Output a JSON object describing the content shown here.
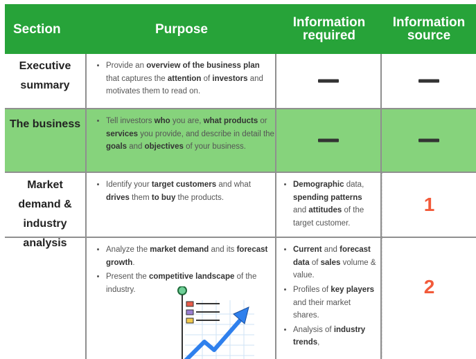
{
  "header": {
    "section": "Section",
    "purpose": "Purpose",
    "info_required": "Information required",
    "info_source": "Information source"
  },
  "rows": {
    "exec": {
      "section": "Executive summary",
      "purpose": [
        [
          {
            "t": "Provide an "
          },
          {
            "t": "overview of the business plan",
            "b": true
          },
          {
            "t": " that captures the "
          },
          {
            "t": "attention",
            "b": true
          },
          {
            "t": " of "
          },
          {
            "t": "investors",
            "b": true
          },
          {
            "t": " and motivates them to read on."
          }
        ]
      ],
      "info_required": "—",
      "info_source": "—"
    },
    "business": {
      "section": "The business",
      "purpose": [
        [
          {
            "t": "Tell investors "
          },
          {
            "t": "who",
            "b": true
          },
          {
            "t": " you are, "
          },
          {
            "t": "what products",
            "b": true
          },
          {
            "t": " or "
          },
          {
            "t": "services",
            "b": true
          },
          {
            "t": " you provide, and describe in detail the "
          },
          {
            "t": "goals",
            "b": true
          },
          {
            "t": " and "
          },
          {
            "t": "objectives",
            "b": true
          },
          {
            "t": " of your business."
          }
        ]
      ],
      "info_required": "—",
      "info_source": "—"
    },
    "market": {
      "section": "Market demand & industry analysis",
      "sub1": {
        "purpose": [
          [
            {
              "t": "Identify your "
            },
            {
              "t": "target customers",
              "b": true
            },
            {
              "t": " and what "
            },
            {
              "t": "drives",
              "b": true
            },
            {
              "t": " them "
            },
            {
              "t": "to buy",
              "b": true
            },
            {
              "t": " the products."
            }
          ]
        ],
        "info_required": [
          [
            {
              "t": "Demographic",
              "b": true
            },
            {
              "t": " data, "
            },
            {
              "t": "spending patterns",
              "b": true
            },
            {
              "t": " and "
            },
            {
              "t": "attitudes",
              "b": true
            },
            {
              "t": " of the target customer."
            }
          ]
        ],
        "info_source": "1"
      },
      "sub2": {
        "purpose": [
          [
            {
              "t": "Analyze the "
            },
            {
              "t": "market demand",
              "b": true
            },
            {
              "t": " and its "
            },
            {
              "t": "forecast growth",
              "b": true
            },
            {
              "t": "."
            }
          ],
          [
            {
              "t": "Present the "
            },
            {
              "t": "competitive landscape",
              "b": true
            },
            {
              "t": " of the industry."
            }
          ]
        ],
        "info_required": [
          [
            {
              "t": "Current",
              "b": true
            },
            {
              "t": " and "
            },
            {
              "t": "forecast data",
              "b": true
            },
            {
              "t": " of "
            },
            {
              "t": "sales",
              "b": true
            },
            {
              "t": " volume & value."
            }
          ],
          [
            {
              "t": "Profiles of "
            },
            {
              "t": "key players",
              "b": true
            },
            {
              "t": " and their market shares."
            }
          ],
          [
            {
              "t": "Analysis of "
            },
            {
              "t": "industry trends",
              "b": true
            },
            {
              "t": ","
            }
          ]
        ],
        "info_source": "2"
      }
    }
  },
  "colors": {
    "header_green": "#27a339",
    "highlight_green": "#86d37c",
    "source_number": "#f25a3a"
  },
  "icons": {
    "growth_chart": "growth-chart-icon"
  }
}
